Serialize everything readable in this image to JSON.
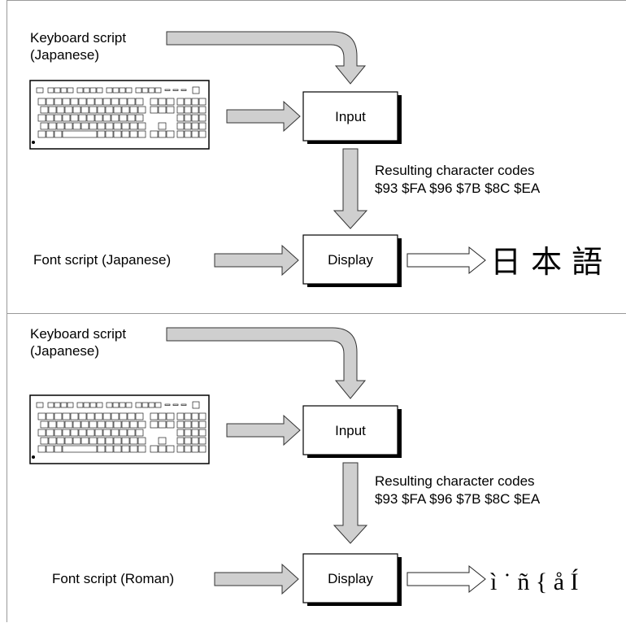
{
  "panels": [
    {
      "keyboard_label_line1": "Keyboard script",
      "keyboard_label_line2": "(Japanese)",
      "input_label": "Input",
      "codes_line1": "Resulting character codes",
      "codes_line2": "$93 $FA $96 $7B $8C $EA",
      "font_label": "Font script (Japanese)",
      "display_label": "Display",
      "output_glyphs": "日 本 語"
    },
    {
      "keyboard_label_line1": "Keyboard script",
      "keyboard_label_line2": "(Japanese)",
      "input_label": "Input",
      "codes_line1": "Resulting character codes",
      "codes_line2": "$93 $FA $96 $7B $8C $EA",
      "font_label": "Font script (Roman)",
      "display_label": "Display",
      "output_glyphs": "ì ˙ ñ { å Í"
    }
  ],
  "colors": {
    "arrow_fill": "#cfcfcf",
    "divider": "#9a9a9a"
  },
  "icons": [
    "keyboard-icon"
  ]
}
